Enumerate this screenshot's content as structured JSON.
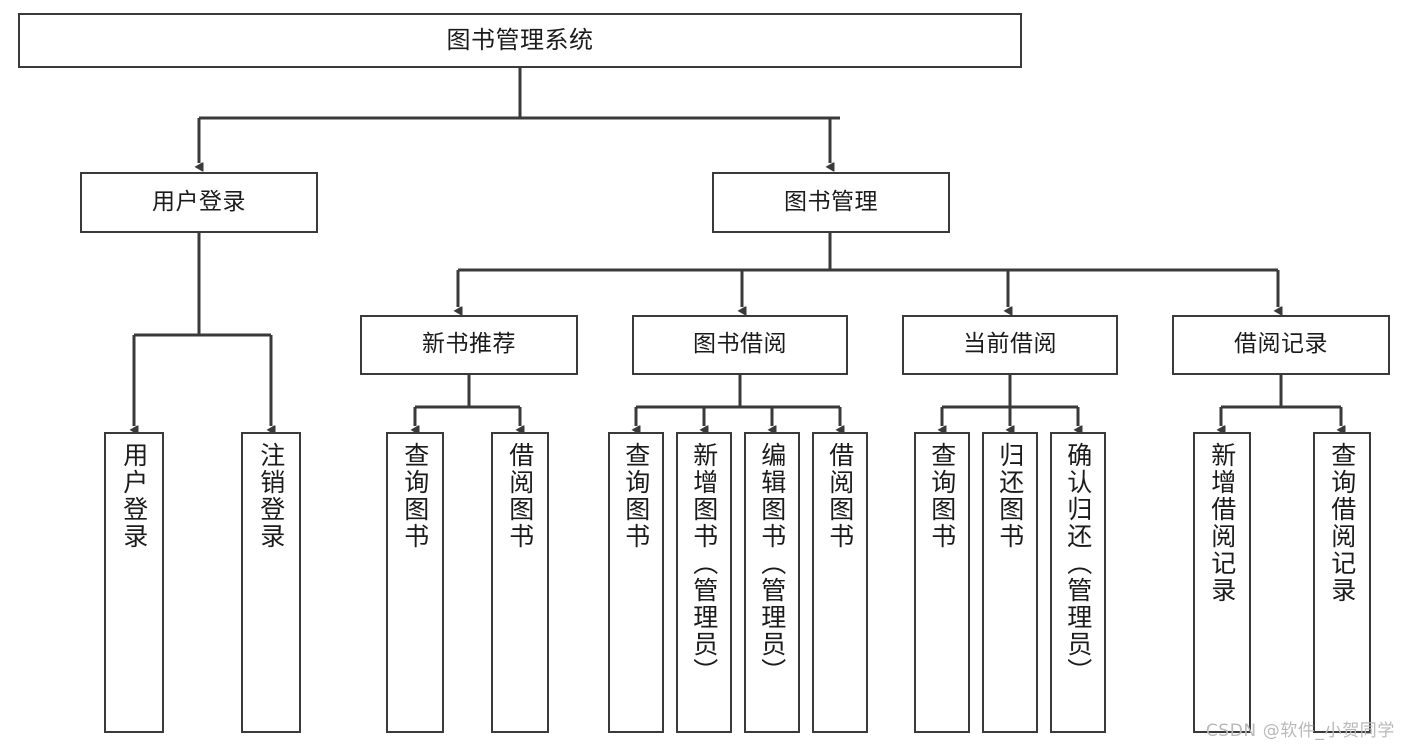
{
  "diagram": {
    "title": "图书管理系统",
    "type": "功能结构图",
    "watermark": "CSDN @软件_小贺同学",
    "colors": {
      "box_border": "#3a3a3a",
      "box_fill": "#ffffff",
      "edge": "#3a3a3a",
      "text": "#1b1b1b",
      "watermark": "#b9b9b9",
      "background": "#ffffff"
    },
    "nodes": {
      "root": {
        "label": "图书管理系统"
      },
      "level2": [
        {
          "id": "user-login",
          "label": "用户登录"
        },
        {
          "id": "book-manage",
          "label": "图书管理"
        }
      ],
      "level3": [
        {
          "id": "new-book-recommend",
          "label": "新书推荐"
        },
        {
          "id": "book-borrow",
          "label": "图书借阅"
        },
        {
          "id": "current-borrow",
          "label": "当前借阅"
        },
        {
          "id": "borrow-record",
          "label": "借阅记录"
        }
      ],
      "leaves": {
        "user-login": [
          {
            "id": "leaf-user-login",
            "label": "用户登录"
          },
          {
            "id": "leaf-user-logout",
            "label": "注销登录"
          }
        ],
        "new-book-recommend": [
          {
            "id": "leaf-query-book-1",
            "label": "查询图书"
          },
          {
            "id": "leaf-borrow-book-1",
            "label": "借阅图书"
          }
        ],
        "book-borrow": [
          {
            "id": "leaf-query-book-2",
            "label": "查询图书"
          },
          {
            "id": "leaf-add-book",
            "label": "新增图书（管理员）"
          },
          {
            "id": "leaf-edit-book",
            "label": "编辑图书（管理员）"
          },
          {
            "id": "leaf-borrow-book-2",
            "label": "借阅图书"
          }
        ],
        "current-borrow": [
          {
            "id": "leaf-query-book-3",
            "label": "查询图书"
          },
          {
            "id": "leaf-return-book",
            "label": "归还图书"
          },
          {
            "id": "leaf-confirm-return",
            "label": "确认归还（管理员）"
          }
        ],
        "borrow-record": [
          {
            "id": "leaf-add-record",
            "label": "新增借阅记录"
          },
          {
            "id": "leaf-query-record",
            "label": "查询借阅记录"
          }
        ]
      }
    }
  }
}
